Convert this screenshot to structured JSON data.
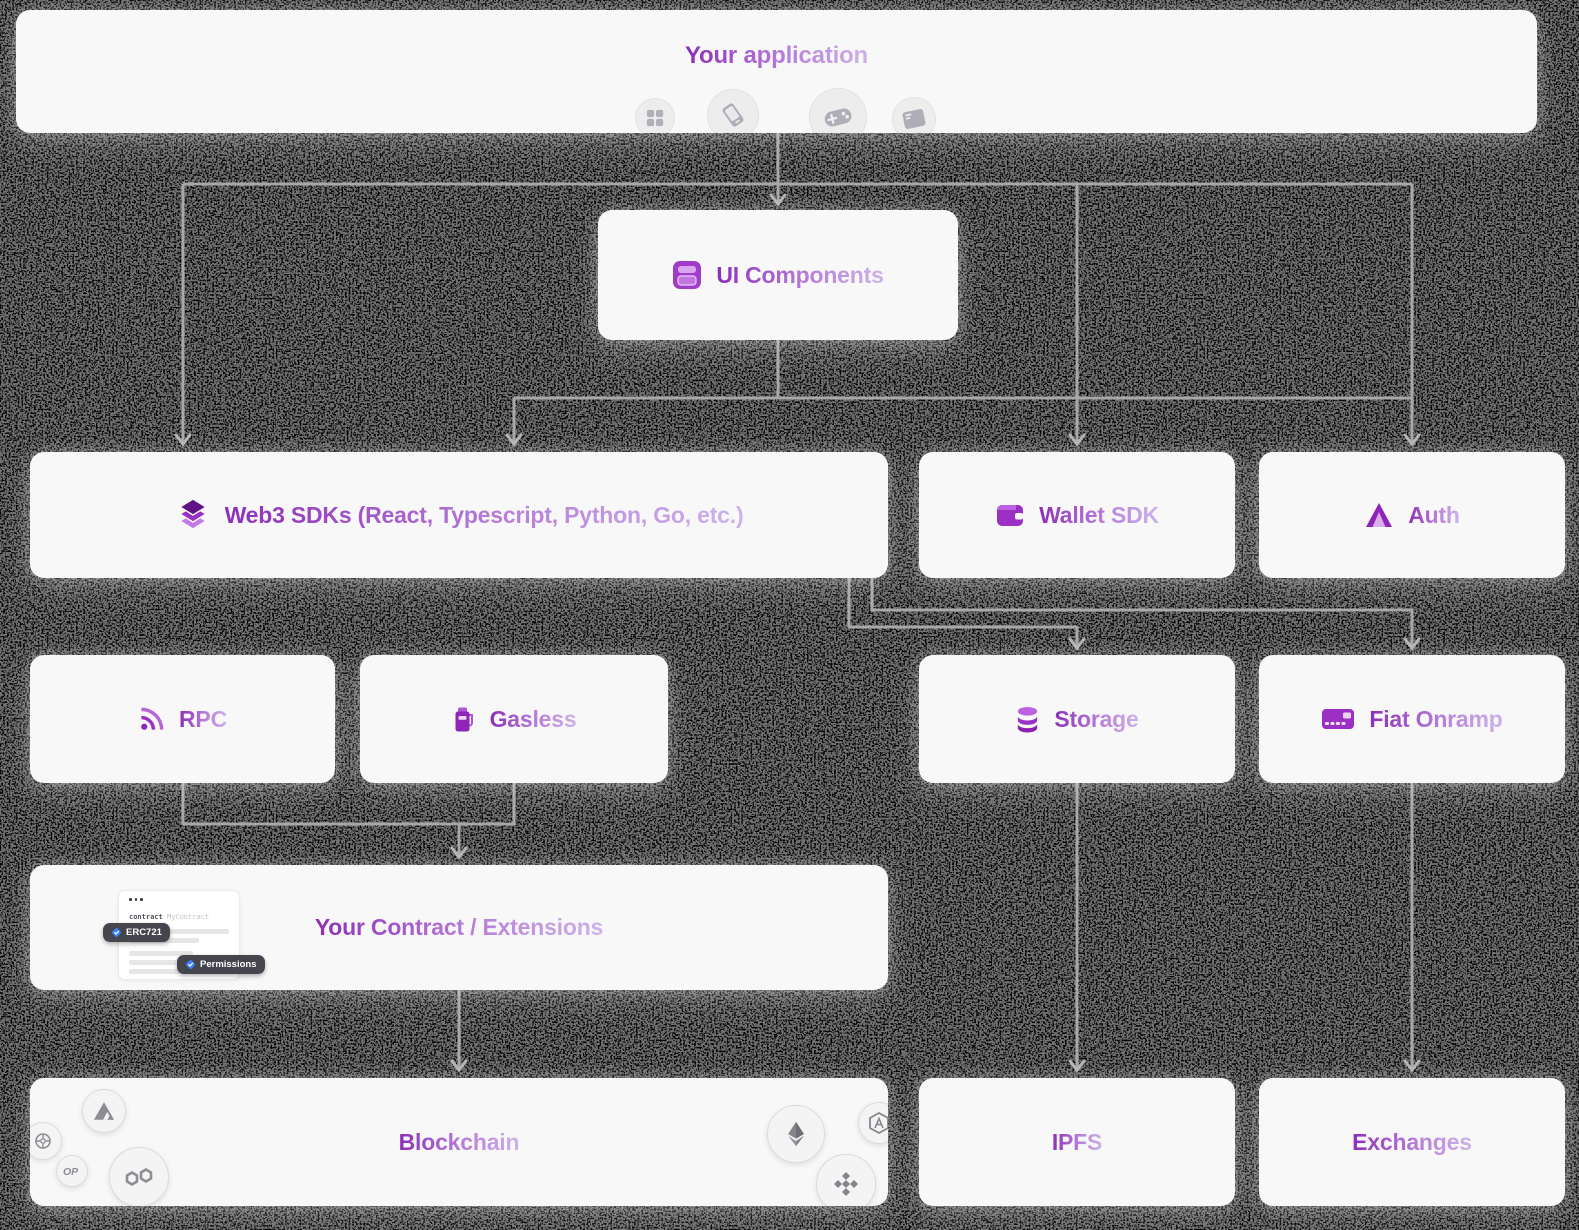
{
  "colors": {
    "background": "#000000",
    "box_bg": "#f8f8f8",
    "connector": "#a8a8a8",
    "text_gradient_start": "#8c2fb8",
    "text_gradient_end": "#cdb3ea",
    "badge_bg": "#45454d",
    "badge_check_blue": "#3b82f6",
    "icon_purple": "#9d30c4"
  },
  "nodes": {
    "application": {
      "label": "Your application",
      "icons": [
        "apps-grid-icon",
        "phone-icon",
        "gamepad-icon",
        "browser-window-icon"
      ]
    },
    "ui_components": {
      "label": "UI Components",
      "icon": "ui-components-icon"
    },
    "web3_sdks": {
      "label": "Web3 SDKs (React, Typescript, Python, Go, etc.)",
      "icon": "layers-icon"
    },
    "wallet_sdk": {
      "label": "Wallet SDK",
      "icon": "wallet-icon"
    },
    "auth": {
      "label": "Auth",
      "icon": "auth-triangle-icon"
    },
    "rpc": {
      "label": "RPC",
      "icon": "rss-icon"
    },
    "gasless": {
      "label": "Gasless",
      "icon": "gas-pump-icon"
    },
    "storage": {
      "label": "Storage",
      "icon": "database-icon"
    },
    "fiat_onramp": {
      "label": "Fiat Onramp",
      "icon": "credit-card-icon"
    },
    "contract": {
      "label": "Your Contract / Extensions",
      "mockup": {
        "keyword": "contract",
        "name": "MyContract",
        "badges": {
          "erc721": "ERC721",
          "permissions": "Permissions"
        }
      }
    },
    "blockchain": {
      "label": "Blockchain",
      "optimism_text": "OP",
      "chain_icons": [
        "avalanche-logo-icon",
        "chain-logo-icon",
        "optimism-logo-icon",
        "polygon-logo-icon",
        "ethereum-logo-icon",
        "arbitrum-logo-icon",
        "bnb-logo-icon"
      ]
    },
    "ipfs": {
      "label": "IPFS"
    },
    "exchanges": {
      "label": "Exchanges"
    }
  },
  "edges": [
    {
      "from": "application",
      "to": "ui_components"
    },
    {
      "from": "application",
      "to": "web3_sdks"
    },
    {
      "from": "application",
      "to": "wallet_sdk"
    },
    {
      "from": "application",
      "to": "auth"
    },
    {
      "from": "ui_components",
      "to": "web3_sdks"
    },
    {
      "from": "web3_sdks",
      "to": "rpc"
    },
    {
      "from": "web3_sdks",
      "to": "gasless"
    },
    {
      "from": "web3_sdks",
      "to": "storage"
    },
    {
      "from": "web3_sdks",
      "to": "fiat_onramp"
    },
    {
      "from": "rpc",
      "to": "contract"
    },
    {
      "from": "gasless",
      "to": "contract"
    },
    {
      "from": "contract",
      "to": "blockchain"
    },
    {
      "from": "storage",
      "to": "ipfs"
    },
    {
      "from": "fiat_onramp",
      "to": "exchanges"
    }
  ]
}
